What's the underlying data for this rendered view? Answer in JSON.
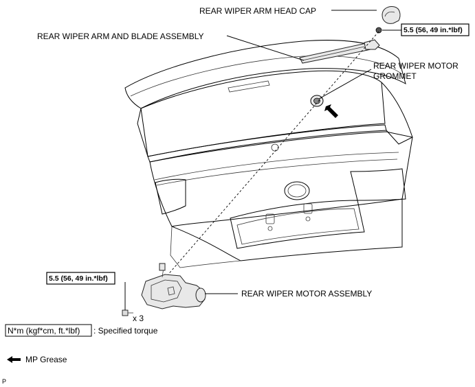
{
  "labels": {
    "head_cap": "REAR WIPER ARM HEAD CAP",
    "arm_blade": "REAR WIPER ARM AND BLADE ASSEMBLY",
    "grommet_line1": "REAR WIPER MOTOR",
    "grommet_line2": "GROMMET",
    "motor": "REAR WIPER MOTOR ASSEMBLY"
  },
  "torque": {
    "top": "5.5 (56, 49 in.*lbf)",
    "bottom": "5.5 (56, 49 in.*lbf)"
  },
  "quantity": "x 3",
  "legend": {
    "torque_units": "N*m (kgf*cm, ft.*lbf)",
    "torque_desc": ": Specified torque",
    "grease": "MP Grease"
  },
  "corner_mark": "P"
}
